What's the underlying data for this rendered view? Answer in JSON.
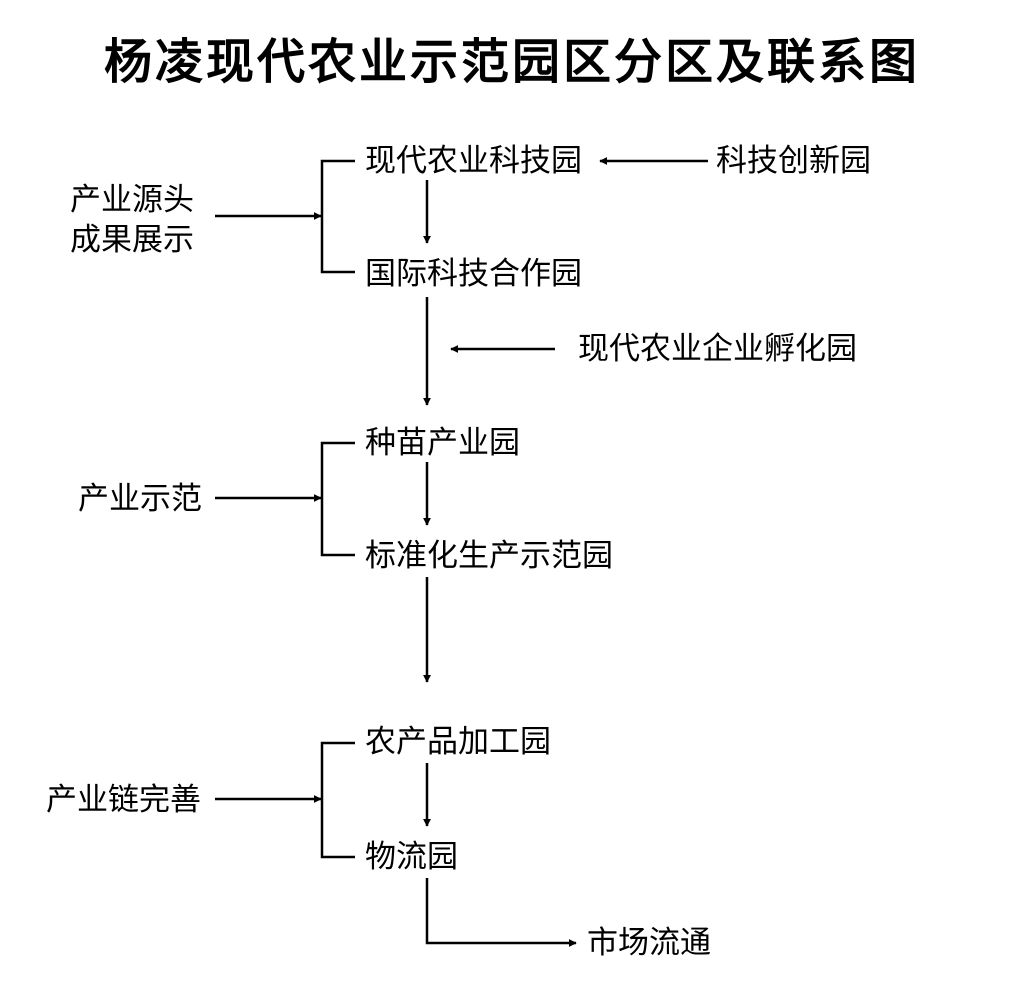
{
  "title": "杨凌现代农业示范园区分区及联系图",
  "nodes": {
    "modern_agri_tech_park": "现代农业科技园",
    "tech_innovation_park": "科技创新园",
    "source_showcase_line1": "产业源头",
    "source_showcase_line2": "成果展示",
    "intl_tech_coop_park": "国际科技合作园",
    "modern_agri_incubator_park": "现代农业企业孵化园",
    "seedling_industry_park": "种苗产业园",
    "industry_demo": "产业示范",
    "standard_production_demo_park": "标准化生产示范园",
    "agri_processing_park": "农产品加工园",
    "chain_improvement": "产业链完善",
    "logistics_park": "物流园",
    "market_circulation": "市场流通"
  },
  "colors": {
    "ink": "#000000",
    "background": "#ffffff"
  }
}
